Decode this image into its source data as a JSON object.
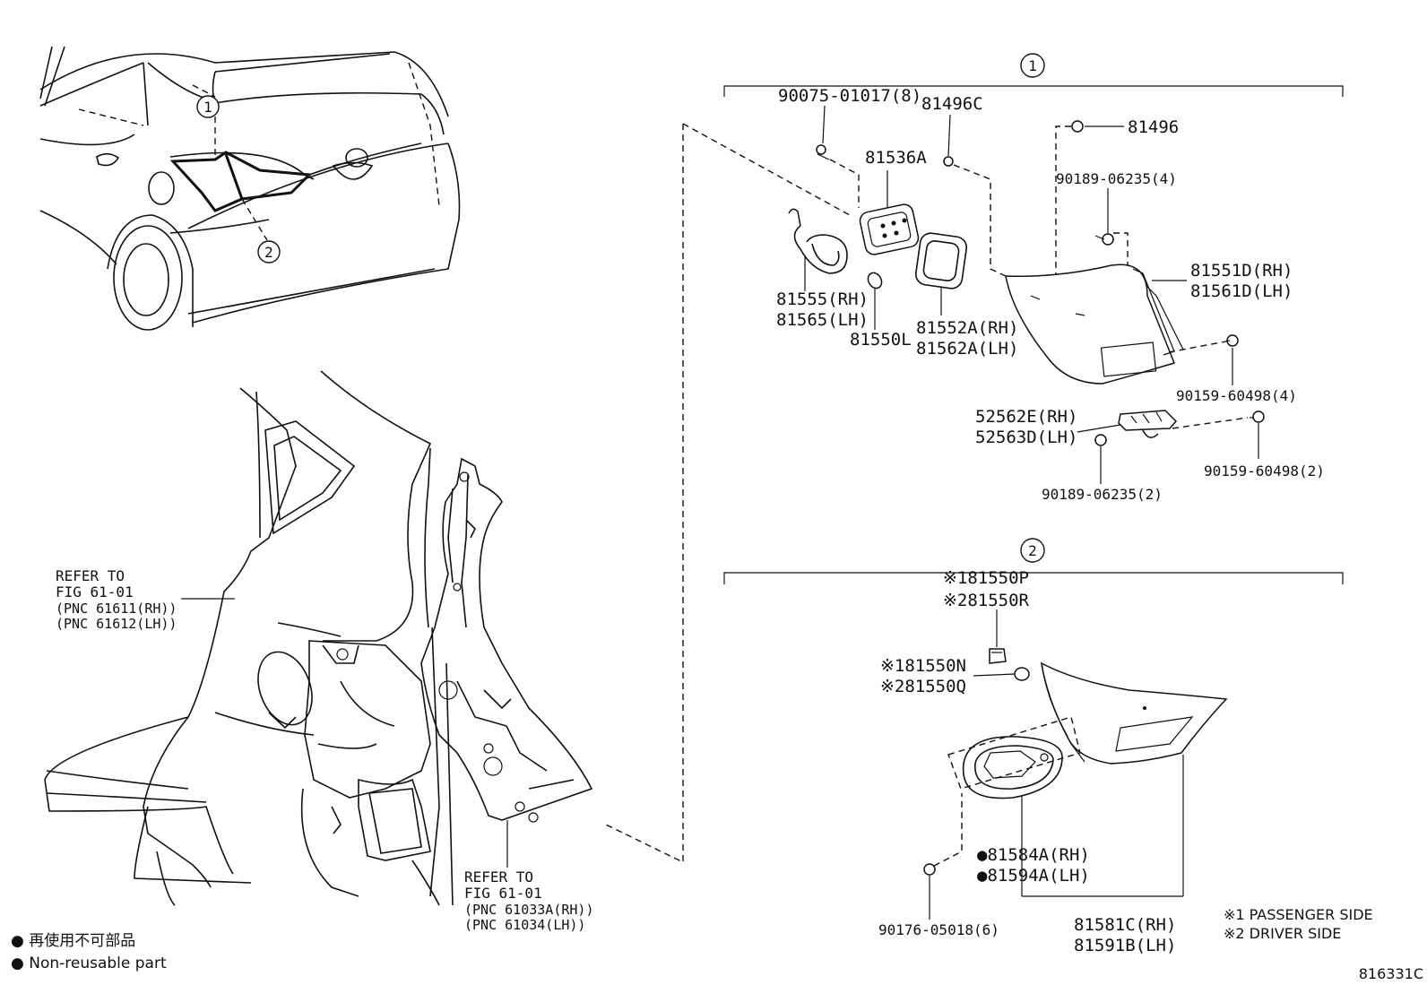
{
  "callouts": {
    "one": "1",
    "two": "2"
  },
  "group1": {
    "p90075": "90075-01017(8)",
    "p81496c": "81496C",
    "p81536a": "81536A",
    "p81496": "81496",
    "p90189a": "90189-06235(4)",
    "p81555": "81555(RH)",
    "p81565": "81565(LH)",
    "p81550l": "81550L",
    "p81552a": "81552A(RH)",
    "p81562a": "81562A(LH)",
    "p81551d": "81551D(RH)",
    "p81561d": "81561D(LH)",
    "p90159a": "90159-60498(4)",
    "p52562e": "52562E(RH)",
    "p52563d": "52563D(LH)",
    "p90159b": "90159-60498(2)",
    "p90189b": "90189-06235(2)"
  },
  "group2": {
    "p81550p": "※181550P",
    "p81550r": "※281550R",
    "p81550n": "※181550N",
    "p81550q": "※281550Q",
    "p81584a": "●81584A(RH)",
    "p81594a": "●81594A(LH)",
    "p90176": "90176-05018(6)",
    "p81581c": "81581C(RH)",
    "p81591b": "81591B(LH)"
  },
  "refer1": {
    "line1": "REFER TO",
    "line2": "FIG 61-01",
    "line3": "(PNC 61611(RH))",
    "line4": "(PNC 61612(LH))"
  },
  "refer2": {
    "line1": "REFER TO",
    "line2": "FIG 61-01",
    "line3": "(PNC 61033A(RH))",
    "line4": "(PNC 61034(LH))"
  },
  "notes": {
    "passenger": "※1 PASSENGER SIDE",
    "driver": "※2 DRIVER SIDE"
  },
  "legend": {
    "jp": "● 再使用不可部品",
    "en": "● Non-reusable part"
  },
  "figure_id": "816331C"
}
